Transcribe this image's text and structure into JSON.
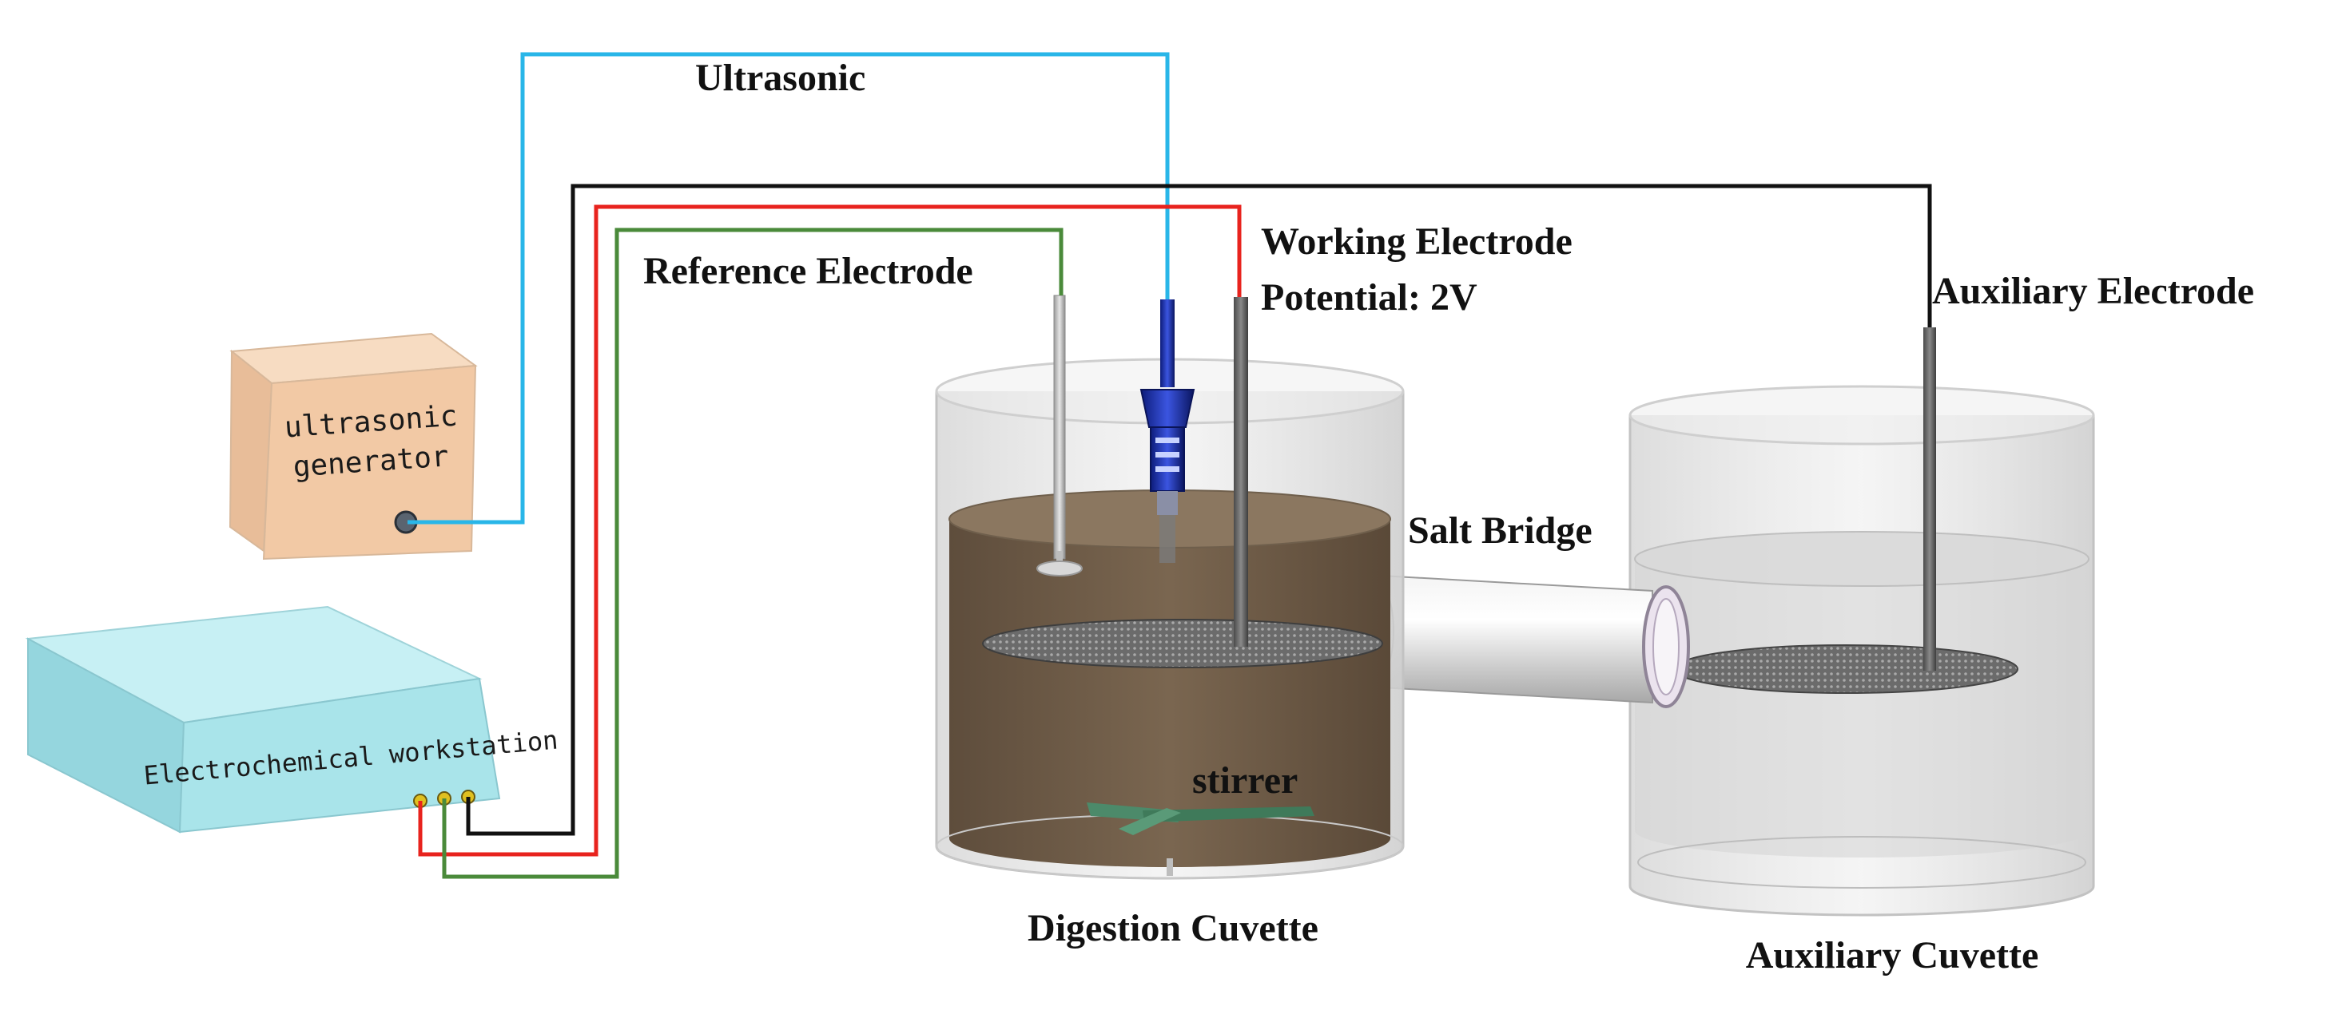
{
  "labels": {
    "ultrasonic": "Ultrasonic",
    "reference_electrode": "Reference Electrode",
    "working_electrode_line1": "Working Electrode",
    "working_electrode_line2": "Potential: 2V",
    "auxiliary_electrode": "Auxiliary Electrode",
    "salt_bridge": "Salt Bridge",
    "stirrer": "stirrer",
    "digestion_cuvette": "Digestion Cuvette",
    "auxiliary_cuvette": "Auxiliary Cuvette"
  },
  "devices": {
    "ultrasonic_generator_line1": "ultrasonic",
    "ultrasonic_generator_line2": "generator",
    "workstation": "Electrochemical workstation"
  },
  "colors": {
    "ultrasonic_wire": "#29b6e8",
    "working_wire": "#e8231e",
    "reference_wire": "#4a8a3a",
    "auxiliary_wire": "#111111",
    "liquid": "#6e5a45",
    "generator_body": "#f2c9a5",
    "workstation_body": "#a9e4ea"
  }
}
